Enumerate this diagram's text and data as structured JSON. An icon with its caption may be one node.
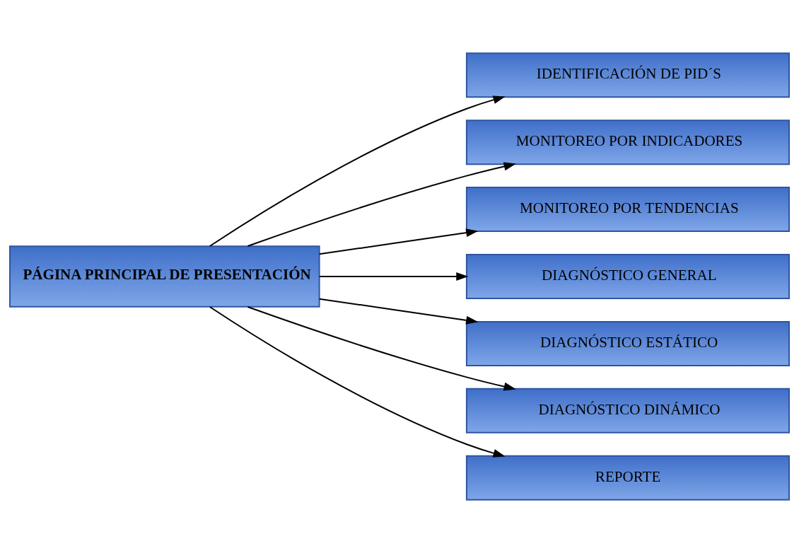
{
  "diagram": {
    "nodes": [
      {
        "text": [
          "PÁGINA PRINCIPAL DE PRESENTACIÓN"
        ]
      },
      {
        "text": [
          "IDENTIFICACIÓN DE PID´S"
        ]
      },
      {
        "text": [
          "MONITOREO POR INDICADORES"
        ]
      },
      {
        "text": [
          "MONITOREO POR TENDENCIAS"
        ]
      },
      {
        "text": [
          "DIAGNÓSTICO GENERAL"
        ]
      },
      {
        "text": [
          "DIAGNÓSTICO ESTÁTICO"
        ]
      },
      {
        "text": [
          "DIAGNÓSTICO DINÁMICO"
        ]
      },
      {
        "text": [
          "REPORTE"
        ]
      }
    ],
    "edges": [
      {
        "from": 0,
        "to": 1,
        "arrow": "to"
      },
      {
        "from": 0,
        "to": 2,
        "arrow": "to"
      },
      {
        "from": 0,
        "to": 3,
        "arrow": "to"
      },
      {
        "from": 0,
        "to": 4,
        "arrow": "to"
      },
      {
        "from": 0,
        "to": 5,
        "arrow": "to"
      },
      {
        "from": 0,
        "to": 6,
        "arrow": "to"
      },
      {
        "from": 0,
        "to": 7,
        "arrow": "to"
      }
    ]
  }
}
